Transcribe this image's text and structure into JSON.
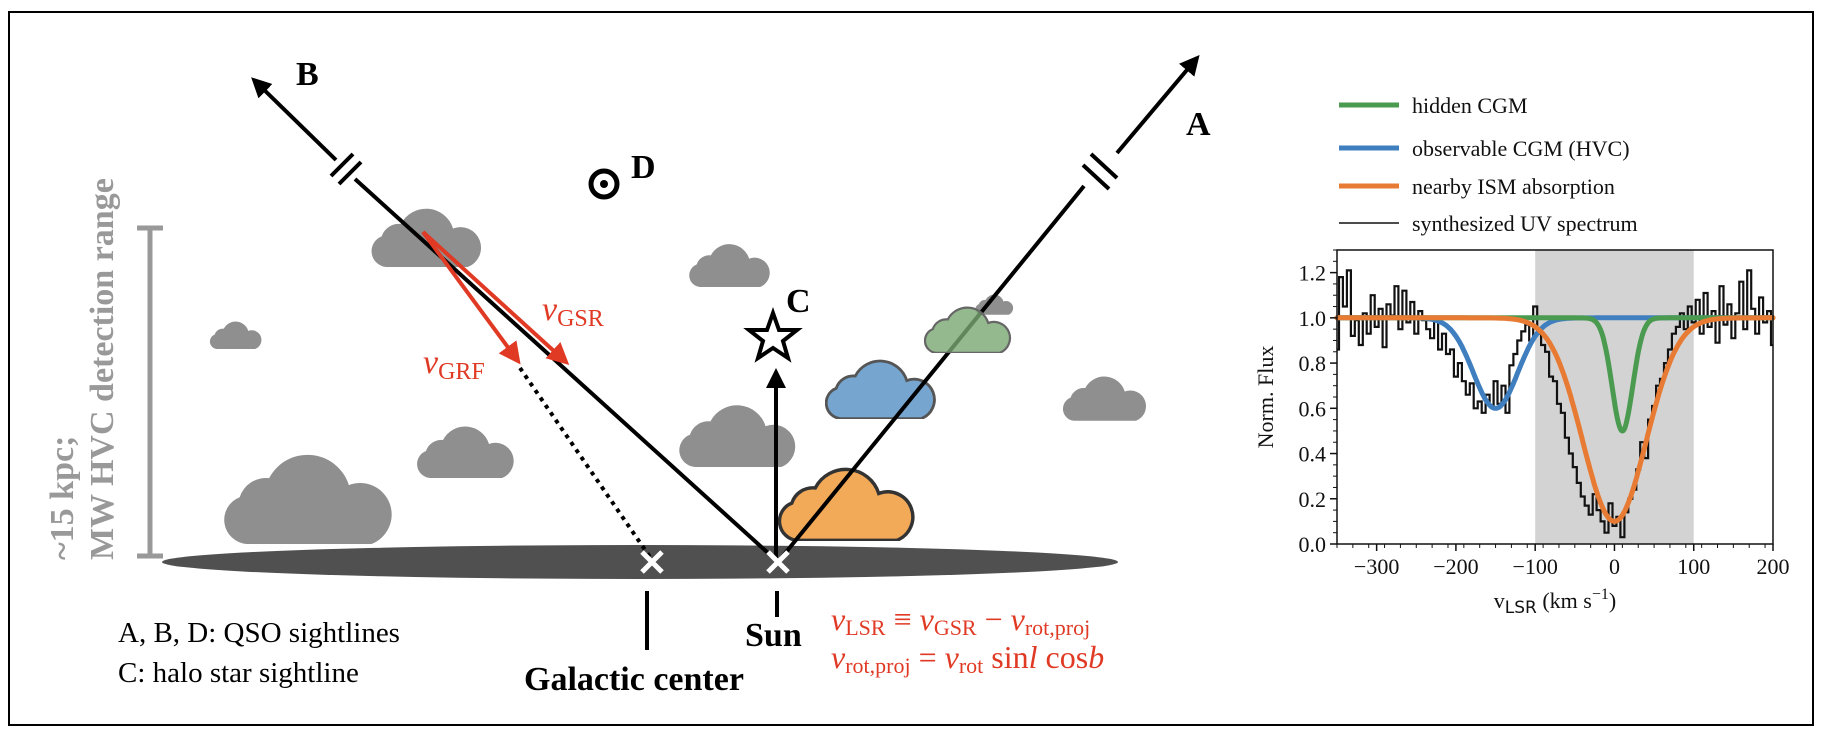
{
  "diagram": {
    "sightline_labels": {
      "A": "A",
      "B": "B",
      "C": "C",
      "D": "D"
    },
    "detection_range_label_line1": "~15 kpc;",
    "detection_range_label_line2": "MW HVC detection range",
    "velocity_labels": {
      "gsr_v": "v",
      "gsr_sub": "GSR",
      "grf_v": "v",
      "grf_sub": "GRF"
    },
    "galactic_center_label": "Galactic center",
    "sun_label": "Sun",
    "key": {
      "line1": "A, B, D: QSO sightlines",
      "line2": "C: halo star sightline"
    },
    "equations": {
      "eq1": {
        "v1": "v",
        "s1": "LSR",
        "op1": " ≡ ",
        "v2": "v",
        "s2": "GSR",
        "op2": " − ",
        "v3": "v",
        "s3": "rot,proj"
      },
      "eq2": {
        "v1": "v",
        "s1": "rot,proj",
        "op1": " = ",
        "v2": "v",
        "s2": "rot",
        "f1": " sin",
        "l": "l",
        "f2": " cos",
        "b": "b"
      }
    },
    "colors": {
      "cloud_gray": "#8f8f8f",
      "disk": "#505050",
      "red": "#e03a25",
      "hidden_cloud": "#8fb68a",
      "hvc_cloud": "#76a6d0",
      "ism_cloud": "#f3aa58",
      "range_bar": "#999999"
    }
  },
  "chart_data": {
    "type": "line",
    "title": "",
    "xlabel_main": "v",
    "xlabel_sub": "LSR",
    "xlabel_unit": " (km s",
    "xlabel_exp": "−1",
    "xlabel_close": ")",
    "ylabel": "Norm. Flux",
    "xlim": [
      -350,
      200
    ],
    "ylim": [
      0.0,
      1.3
    ],
    "xticks": [
      -300,
      -200,
      -100,
      0,
      100,
      200
    ],
    "xtick_labels": [
      "−300",
      "−200",
      "−100",
      "0",
      "100",
      "200"
    ],
    "yticks": [
      0.0,
      0.2,
      0.4,
      0.6,
      0.8,
      1.0,
      1.2
    ],
    "ytick_labels": [
      "0.0",
      "0.2",
      "0.4",
      "0.6",
      "0.8",
      "1.0",
      "1.2"
    ],
    "shaded_region": {
      "x0": -100,
      "x1": 100,
      "color": "#d3d3d3"
    },
    "legend_position": "top (above plot)",
    "legend": [
      {
        "label": "hidden CGM",
        "color": "#4a9a50",
        "key": "hidden"
      },
      {
        "label": "observable CGM (HVC)",
        "color": "#3f7fbf",
        "key": "hvc"
      },
      {
        "label": "nearby ISM absorption",
        "color": "#e87b33",
        "key": "ism"
      },
      {
        "label": "synthesized UV spectrum",
        "color": "#111111",
        "key": "spectrum"
      }
    ],
    "series": [
      {
        "name": "observable CGM (HVC)",
        "key": "hvc",
        "model": "gaussian",
        "continuum": 1.0,
        "center": -150,
        "min_flux": 0.6,
        "sigma": 28
      },
      {
        "name": "nearby ISM absorption",
        "key": "ism",
        "model": "gaussian",
        "continuum": 1.0,
        "center": 0,
        "min_flux": 0.1,
        "sigma": 40
      },
      {
        "name": "hidden CGM",
        "key": "hidden",
        "model": "gaussian",
        "continuum": 1.0,
        "center": 10,
        "min_flux": 0.5,
        "sigma": 13
      }
    ],
    "spectrum": {
      "name": "synthesized UV spectrum",
      "x_start": -350,
      "x_step": 5,
      "values": [
        0.86,
        1.18,
        1.05,
        1.21,
        0.92,
        0.99,
        0.88,
        1.02,
        0.93,
        1.1,
        0.96,
        1.04,
        0.87,
        1.06,
        1.01,
        1.14,
        0.95,
        1.12,
        0.98,
        1.07,
        0.93,
        1.03,
        0.99,
        0.95,
        0.91,
        1.0,
        0.86,
        0.93,
        0.84,
        0.86,
        0.74,
        0.8,
        0.72,
        0.66,
        0.71,
        0.6,
        0.63,
        0.58,
        0.66,
        0.61,
        0.72,
        0.62,
        0.7,
        0.58,
        0.79,
        0.84,
        0.9,
        0.94,
        0.97,
        0.9,
        1.05,
        0.93,
        0.88,
        0.85,
        0.74,
        0.72,
        0.62,
        0.58,
        0.47,
        0.4,
        0.34,
        0.27,
        0.21,
        0.17,
        0.13,
        0.22,
        0.15,
        0.1,
        0.05,
        0.18,
        0.08,
        0.12,
        0.03,
        0.14,
        0.2,
        0.24,
        0.33,
        0.45,
        0.38,
        0.55,
        0.61,
        0.7,
        0.73,
        0.8,
        0.86,
        0.93,
        0.96,
        1.02,
        0.95,
        1.05,
        0.98,
        1.08,
        0.93,
        1.11,
        0.96,
        1.03,
        0.89,
        1.14,
        0.97,
        1.06,
        0.91,
        1.02,
        1.16,
        0.95,
        1.21,
        1.04,
        0.93,
        1.09,
        0.98,
        1.03,
        0.88
      ]
    }
  }
}
